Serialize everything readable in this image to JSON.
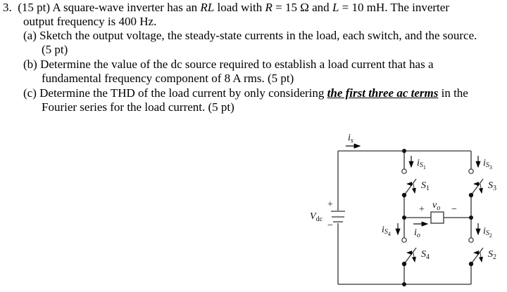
{
  "problem": {
    "number": "3.",
    "points": "(15 pt)",
    "intro_part1": "A square-wave inverter has an ",
    "intro_rl": "RL",
    "intro_part2": " load with ",
    "r_sym": "R",
    "r_val": " = 15 Ω and ",
    "l_sym": "L",
    "l_val": " = 10 mH. The inverter",
    "intro_line2": "output frequency is 400 Hz.",
    "part_a_line1": "(a) Sketch the output voltage, the steady-state currents in the load, each switch, and the source.",
    "part_a_line2": "(5 pt)",
    "part_b_line1": "(b) Determine the value of the dc source required to establish a load current that has a",
    "part_b_line2": "fundamental frequency component of 8 A rms. (5 pt)",
    "part_c_line1_pre": "(c) Determine the THD of the load current by only considering ",
    "part_c_emph": "the first three ac terms",
    "part_c_line1_post": " in the",
    "part_c_line2": "Fourier series for the load current. (5 pt)"
  },
  "circuit": {
    "source_label": "V",
    "source_sub": "dc",
    "plus": "+",
    "minus": "−",
    "is_label": "i",
    "is_sub": "s",
    "vo_label": "v",
    "vo_sub": "o",
    "io_label": "i",
    "io_sub": "o",
    "switches": [
      {
        "name": "S",
        "sub": "1",
        "current": "i",
        "current_sub": "S",
        "current_subsub": "1"
      },
      {
        "name": "S",
        "sub": "3",
        "current": "i",
        "current_sub": "S",
        "current_subsub": "3"
      },
      {
        "name": "S",
        "sub": "4",
        "current": "i",
        "current_sub": "S",
        "current_subsub": "4"
      },
      {
        "name": "S",
        "sub": "2",
        "current": "i",
        "current_sub": "S",
        "current_subsub": "2"
      }
    ]
  }
}
